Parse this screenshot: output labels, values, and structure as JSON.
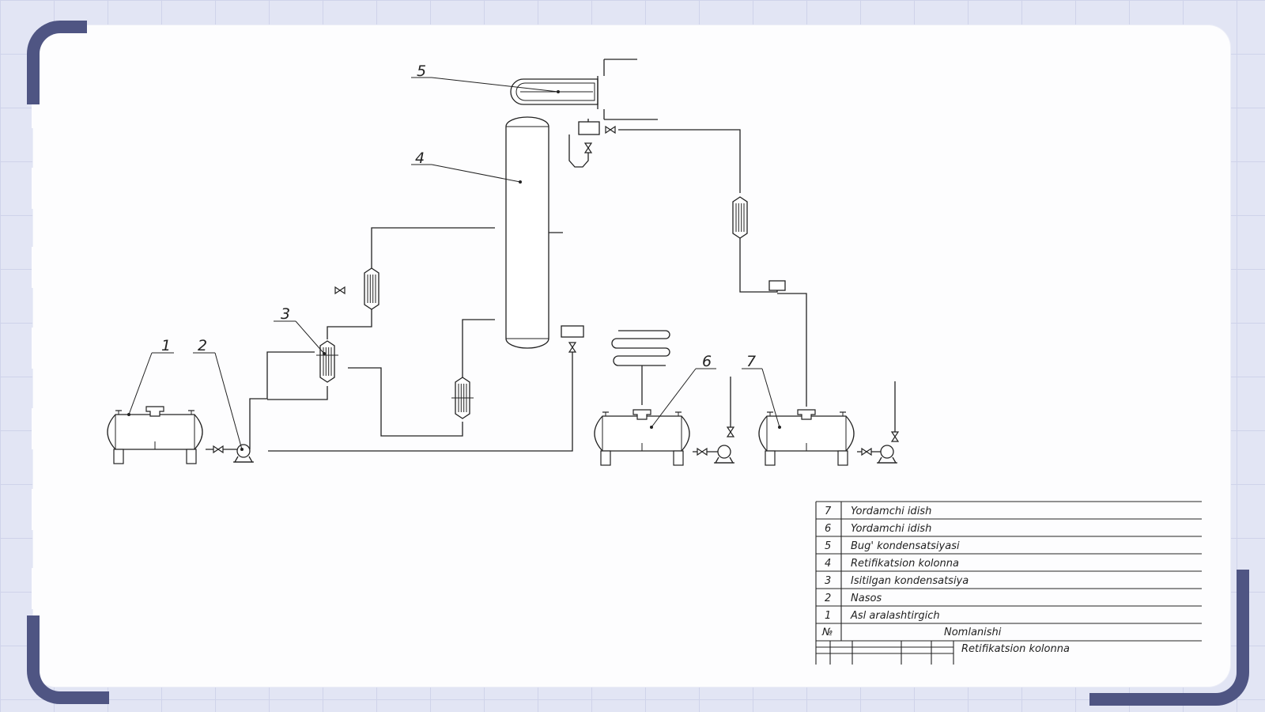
{
  "labels": {
    "n1": "1",
    "n2": "2",
    "n3": "3",
    "n4": "4",
    "n5": "5",
    "n6": "6",
    "n7": "7"
  },
  "table": {
    "rows": [
      {
        "num": "7",
        "name": "Yordamchi idish"
      },
      {
        "num": "6",
        "name": "Yordamchi idish"
      },
      {
        "num": "5",
        "name": "Bug' kondensatsiyasi"
      },
      {
        "num": "4",
        "name": "Retifikatsion kolonna"
      },
      {
        "num": "3",
        "name": "Isitilgan kondensatsiya"
      },
      {
        "num": "2",
        "name": "Nasos"
      },
      {
        "num": "1",
        "name": "Asl aralashtirgich"
      }
    ],
    "header": {
      "num": "№",
      "name": "Nomlanishi"
    },
    "title": "Retifikatsion kolonna"
  },
  "colors": {
    "background": "#e2e5f4",
    "bracket": "#4f5583",
    "line": "#222222"
  }
}
